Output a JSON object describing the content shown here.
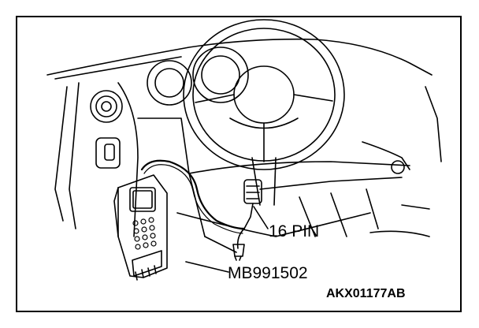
{
  "figure": {
    "connector_label": "16 PIN",
    "tool_label": "MB991502",
    "figure_code": "AKX01177AB"
  },
  "icons": {
    "scan_tool": "diagnostic-scan-tool-icon",
    "connector": "diagnostic-connector-icon",
    "steering_wheel": "steering-wheel-icon"
  },
  "colors": {
    "ink": "#000000",
    "paper": "#ffffff"
  }
}
